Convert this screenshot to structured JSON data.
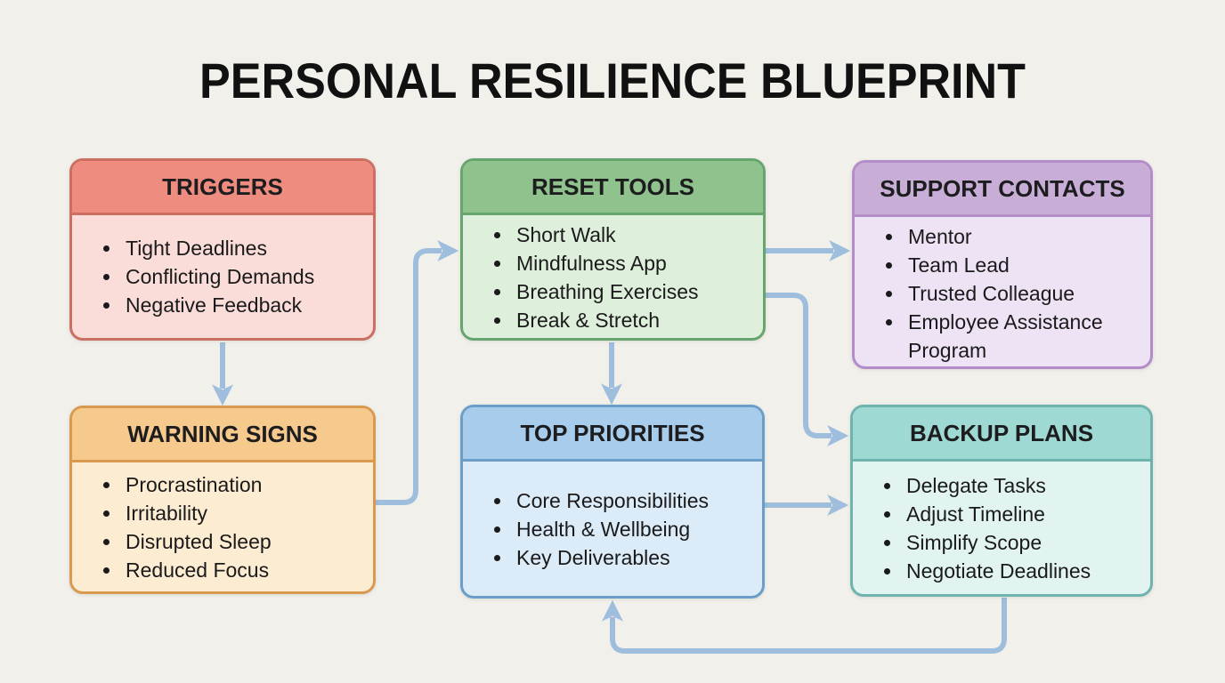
{
  "title": "PERSONAL RESILIENCE BLUEPRINT",
  "boxes": [
    {
      "id": "triggers",
      "title": "TRIGGERS",
      "items": [
        "Tight Deadlines",
        "Conflicting Demands",
        "Negative Feedback"
      ],
      "colors": {
        "header": "#ee8c7f",
        "body": "#fadcd8",
        "border": "#cb6f62"
      }
    },
    {
      "id": "reset-tools",
      "title": "RESET TOOLS",
      "items": [
        "Short Walk",
        "Mindfulness App",
        "Breathing Exercises",
        "Break & Stretch"
      ],
      "colors": {
        "header": "#8fc28c",
        "body": "#def0dc",
        "border": "#67a56f"
      }
    },
    {
      "id": "support-contacts",
      "title": "SUPPORT CONTACTS",
      "items": [
        "Mentor",
        "Team Lead",
        "Trusted Colleague",
        "Employee Assistance Program"
      ],
      "colors": {
        "header": "#c8aed7",
        "body": "#eee2f5",
        "border": "#b48cc8"
      }
    },
    {
      "id": "warning-signs",
      "title": "WARNING SIGNS",
      "items": [
        "Procrastination",
        "Irritability",
        "Disrupted Sleep",
        "Reduced Focus"
      ],
      "colors": {
        "header": "#f6c98d",
        "body": "#fcecd1",
        "border": "#d9994f"
      }
    },
    {
      "id": "top-priorities",
      "title": "TOP PRIORITIES",
      "items": [
        "Core Responsibilities",
        "Health & Wellbeing",
        "Key Deliverables"
      ],
      "colors": {
        "header": "#a8cdec",
        "body": "#dcebf8",
        "border": "#6b9dc9"
      }
    },
    {
      "id": "backup-plans",
      "title": "BACKUP PLANS",
      "items": [
        "Delegate Tasks",
        "Adjust Timeline",
        "Simplify Scope",
        "Negotiate Deadlines"
      ],
      "colors": {
        "header": "#9fd9d4",
        "body": "#e2f4f1",
        "border": "#6fb3ae"
      }
    }
  ],
  "connections": [
    {
      "from": "TRIGGERS",
      "to": "WARNING SIGNS"
    },
    {
      "from": "WARNING SIGNS",
      "to": "RESET TOOLS"
    },
    {
      "from": "RESET TOOLS",
      "to": "SUPPORT CONTACTS"
    },
    {
      "from": "RESET TOOLS",
      "to": "TOP PRIORITIES"
    },
    {
      "from": "RESET TOOLS",
      "to": "BACKUP PLANS"
    },
    {
      "from": "TOP PRIORITIES",
      "to": "BACKUP PLANS"
    },
    {
      "from": "BACKUP PLANS",
      "to": "TOP PRIORITIES"
    }
  ],
  "colors": {
    "background": "#f1f0eb",
    "arrow": "#9fbedd",
    "title_text": "#111111",
    "item_text": "#1a1a1a"
  }
}
